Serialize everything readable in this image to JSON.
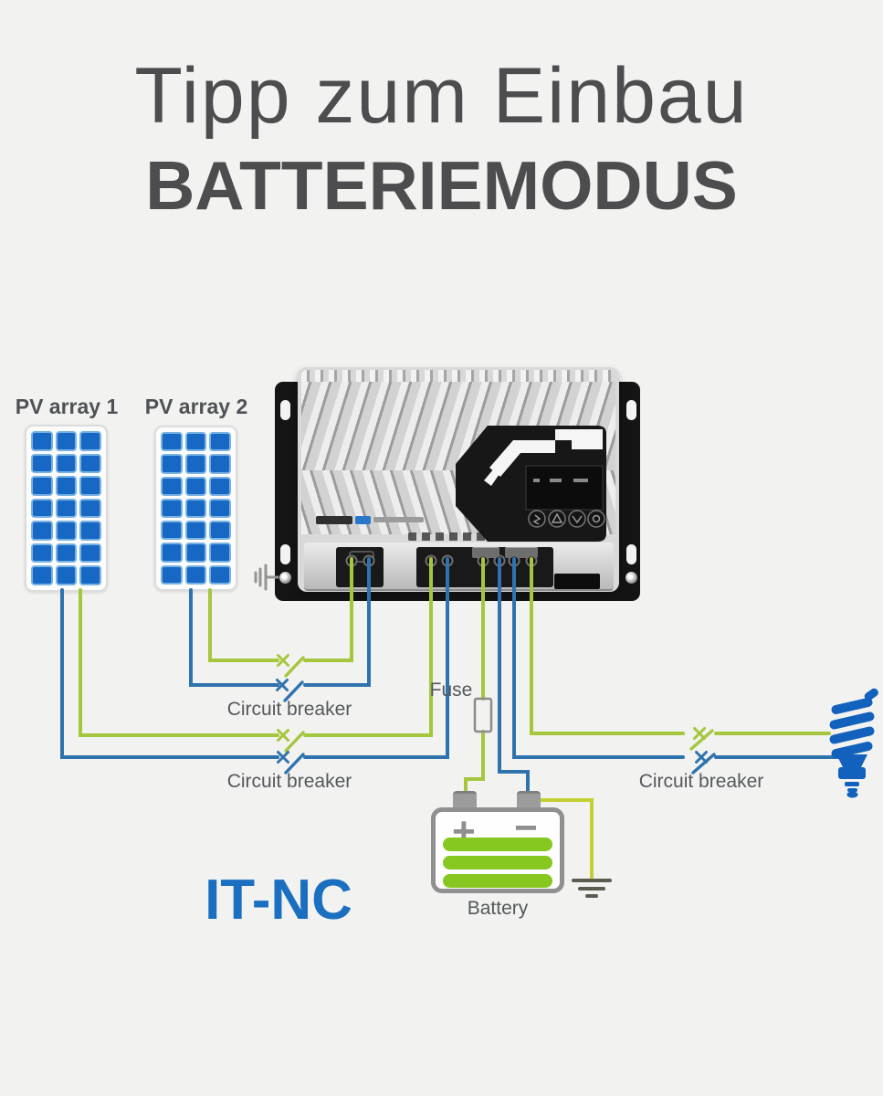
{
  "title": {
    "line1": "Tipp zum Einbau",
    "line2": "BATTERIEMODUS"
  },
  "labels": {
    "pv_array_1": "PV array 1",
    "pv_array_2": "PV array 2",
    "circuit_breaker": "Circuit breaker",
    "fuse": "Fuse",
    "battery": "Battery",
    "battery_plus": "+",
    "battery_minus": "−",
    "system_type": "IT-NC"
  },
  "colors": {
    "background": "#f2f2f0",
    "title_text": "#4d4d4f",
    "label_text": "#54585c",
    "wire_green": "#a4c73d",
    "wire_blue": "#2f73ae",
    "wire_ground": "#c3cf33",
    "panel_cell_blue": "#1668c4",
    "battery_bar_green": "#86c720",
    "lamp_blue": "#1261bd",
    "system_type_blue": "#1b6fc0"
  }
}
